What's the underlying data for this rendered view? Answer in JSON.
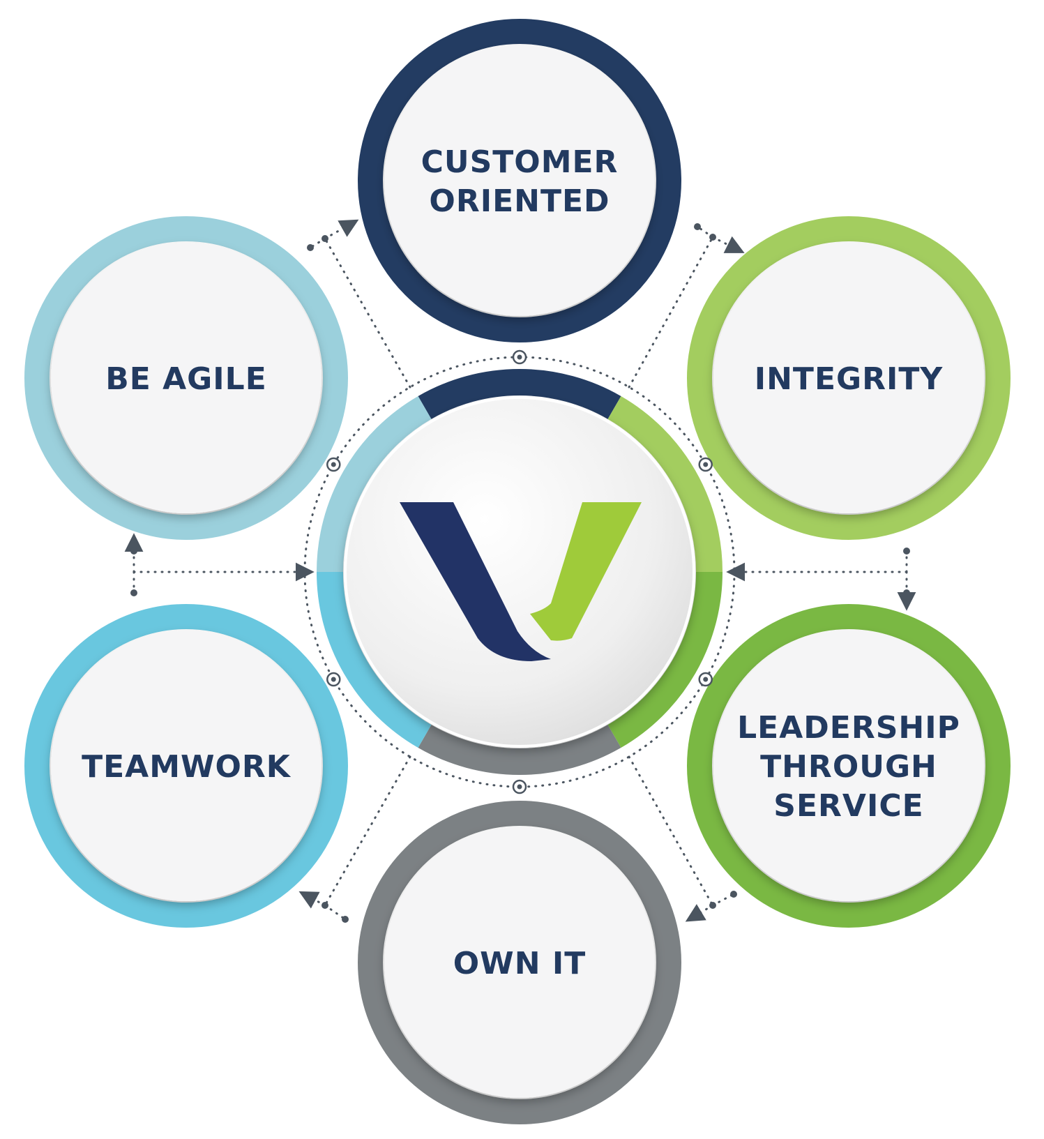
{
  "colors": {
    "text": "#223a60",
    "circle_fill": "#f5f5f6",
    "connector": "#4b5560",
    "logo_navy": "#223366",
    "logo_green": "#9fcb3a"
  },
  "center": {
    "logo": "v-checkmark-logo"
  },
  "values": [
    {
      "name": "customer-oriented",
      "lines": [
        "CUSTOMER",
        "ORIENTED"
      ],
      "color": "#233c62"
    },
    {
      "name": "integrity",
      "lines": [
        "INTEGRITY"
      ],
      "color": "#a3cd5f"
    },
    {
      "name": "leadership-through-service",
      "lines": [
        "LEADERSHIP",
        "THROUGH",
        "SERVICE"
      ],
      "color": "#7ab843"
    },
    {
      "name": "own-it",
      "lines": [
        "OWN IT"
      ],
      "color": "#7c8184"
    },
    {
      "name": "teamwork",
      "lines": [
        "TEAMWORK"
      ],
      "color": "#69c7df"
    },
    {
      "name": "be-agile",
      "lines": [
        "BE AGILE"
      ],
      "color": "#9bd0dc"
    }
  ]
}
